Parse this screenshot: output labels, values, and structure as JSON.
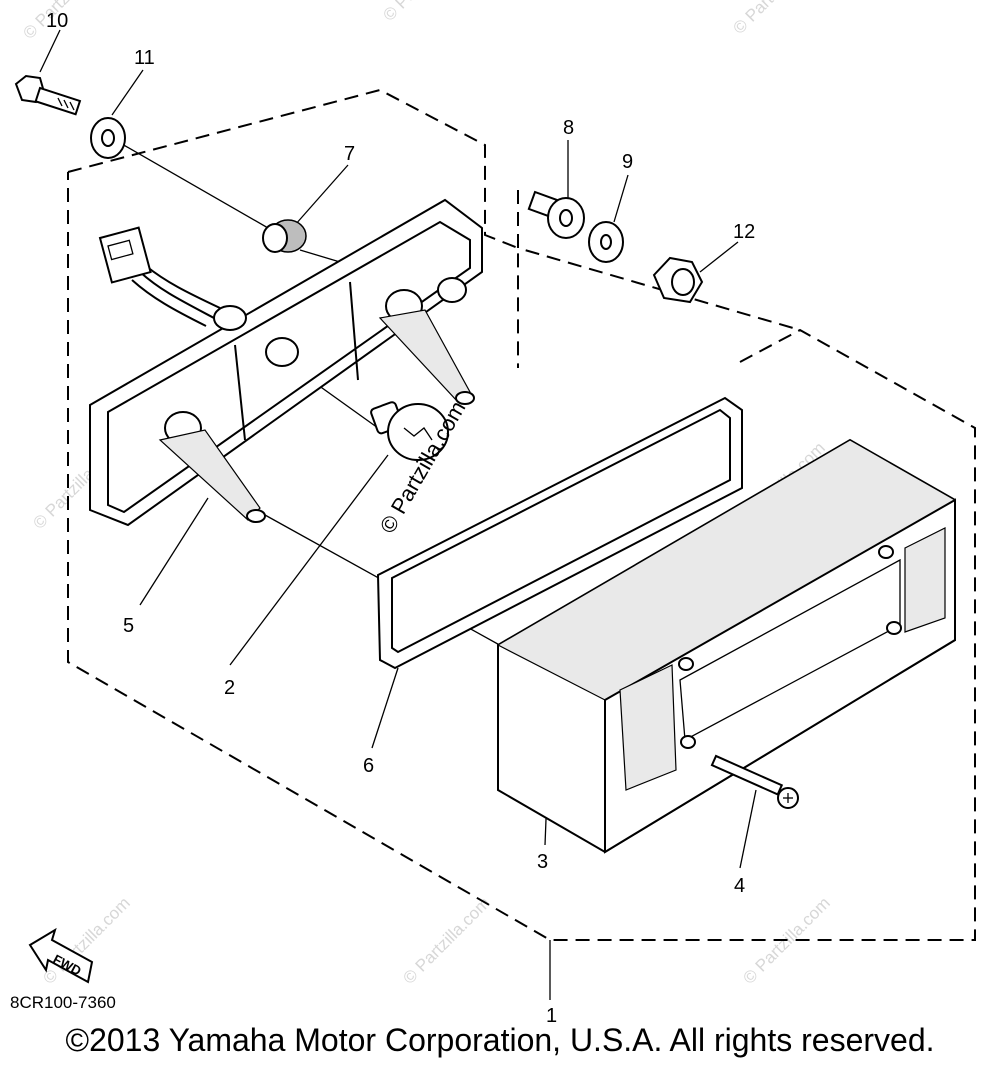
{
  "diagram": {
    "callouts": {
      "c1": "1",
      "c2": "2",
      "c3": "3",
      "c4": "4",
      "c5": "5",
      "c6": "6",
      "c7": "7",
      "c8": "8",
      "c9": "9",
      "c10": "10",
      "c11": "11",
      "c12": "12"
    },
    "arrow_label": "FWD",
    "drawing_code": "8CR100-7360",
    "watermark_inline": "© Partzilla.com",
    "watermark_faint": "© Partzilla.com"
  },
  "copyright": "©2013 Yamaha Motor Corporation, U.S.A. All rights reserved."
}
